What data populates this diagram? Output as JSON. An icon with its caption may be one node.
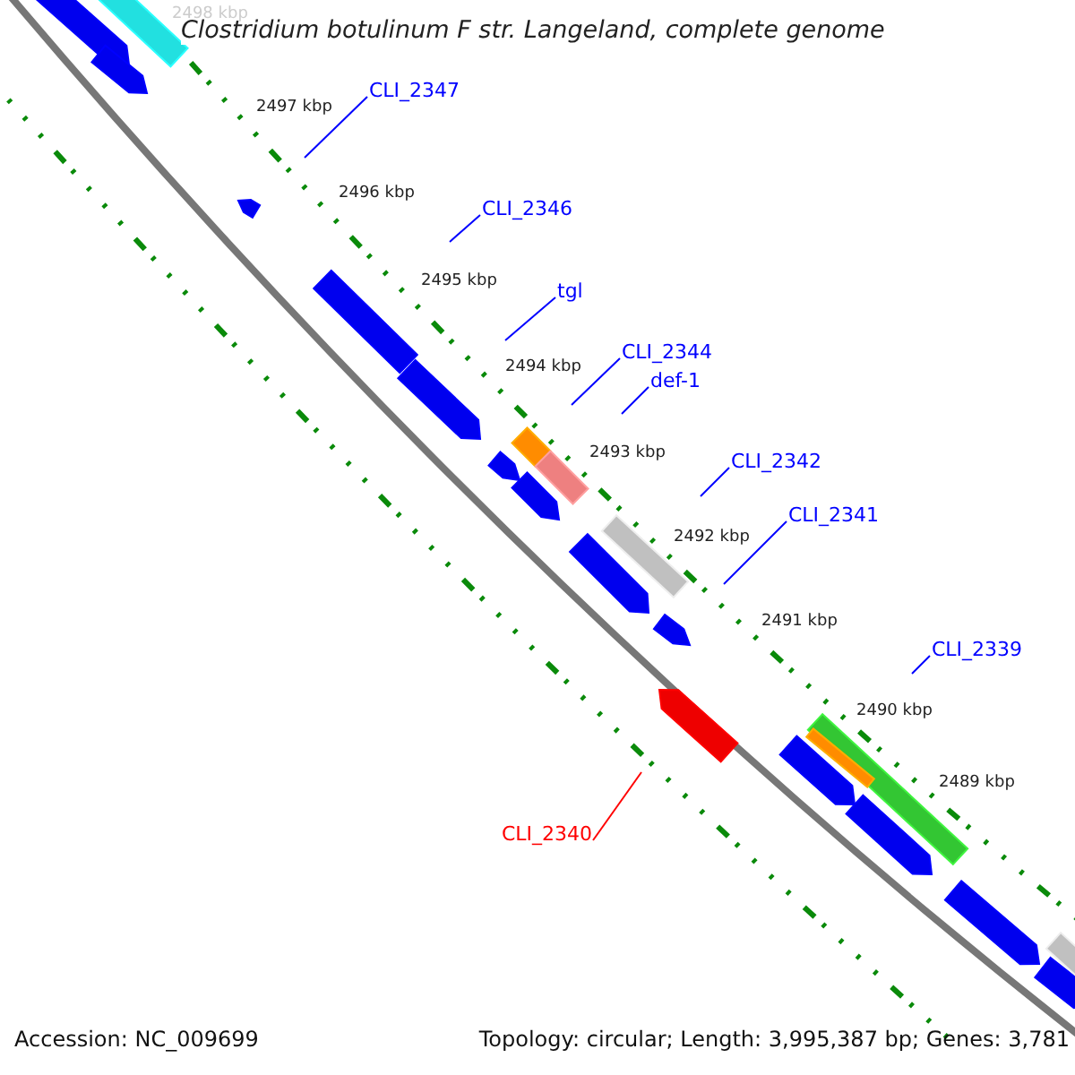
{
  "diagram": {
    "title": "Clostridium botulinum F str. Langeland, complete genome",
    "nodes": [
      {
        "text": [
          "CLI_2347"
        ]
      },
      {
        "text": [
          "CLI_2346"
        ]
      },
      {
        "text": [
          "tgl"
        ]
      },
      {
        "text": [
          "CLI_2344"
        ]
      },
      {
        "text": [
          "def-1"
        ]
      },
      {
        "text": [
          "CLI_2342"
        ]
      },
      {
        "text": [
          "CLI_2341"
        ]
      },
      {
        "text": [
          "CLI_2339"
        ]
      },
      {
        "text": [
          "CLI_2340"
        ]
      }
    ],
    "edges": [
      {
        "from": 0,
        "to": null,
        "arrow": "none"
      },
      {
        "from": 1,
        "to": null,
        "arrow": "none"
      },
      {
        "from": 2,
        "to": null,
        "arrow": "none"
      },
      {
        "from": 3,
        "to": null,
        "arrow": "none"
      },
      {
        "from": 4,
        "to": null,
        "arrow": "none"
      },
      {
        "from": 5,
        "to": null,
        "arrow": "none"
      },
      {
        "from": 6,
        "to": null,
        "arrow": "none"
      },
      {
        "from": 7,
        "to": null,
        "arrow": "none"
      },
      {
        "from": 8,
        "to": null,
        "arrow": "none",
        "color": "#ff0000"
      }
    ],
    "labels": [
      "2498 kbp",
      "2497 kbp",
      "2496 kbp",
      "2495 kbp",
      "2494 kbp",
      "2493 kbp",
      "2492 kbp",
      "2491 kbp",
      "2490 kbp",
      "2489 kbp",
      "Accession: NC_009699",
      "Topology: circular; Length: 3,995,387 bp; Genes: 3,781"
    ]
  }
}
